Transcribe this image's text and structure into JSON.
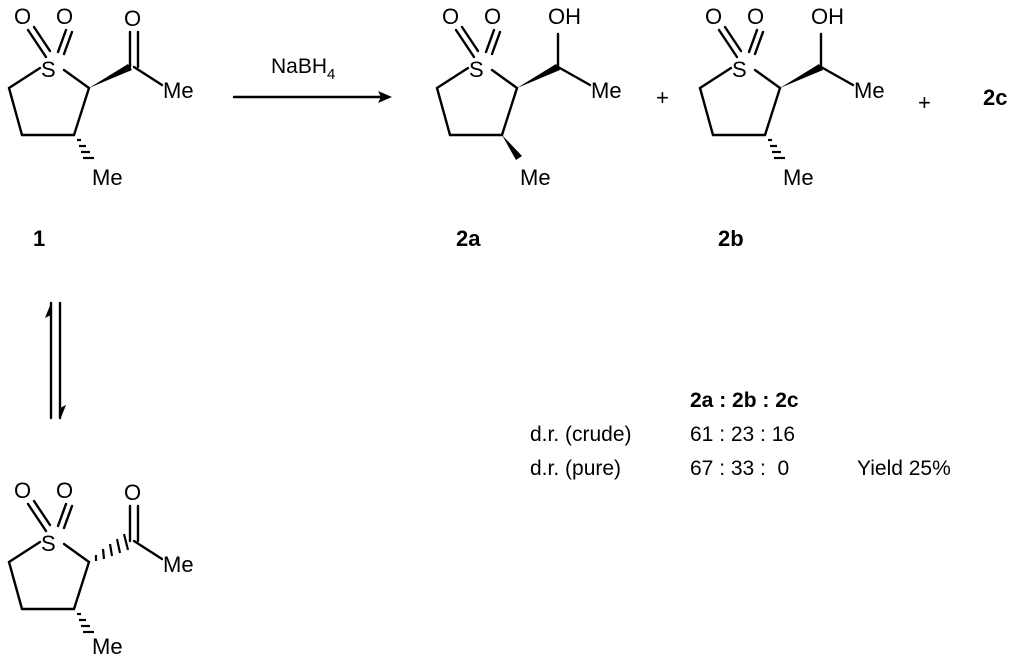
{
  "reagent": {
    "main": "NaBH",
    "subscript": "4"
  },
  "atoms": {
    "sulfur": "S",
    "oxygen": "O",
    "hydroxyl": "OH",
    "methyl": "Me"
  },
  "operators": {
    "plus": "+"
  },
  "compounds": {
    "c1": "1",
    "c2a": "2a",
    "c2b": "2b",
    "c2c": "2c"
  },
  "table": {
    "header": "2a : 2b : 2c",
    "rows": [
      {
        "label": "d.r. (crude)",
        "ratio": "61 : 23 : 16",
        "note": ""
      },
      {
        "label": "d.r. (pure)",
        "ratio": "67 : 33 :  0",
        "note": "Yield 25%"
      }
    ]
  }
}
